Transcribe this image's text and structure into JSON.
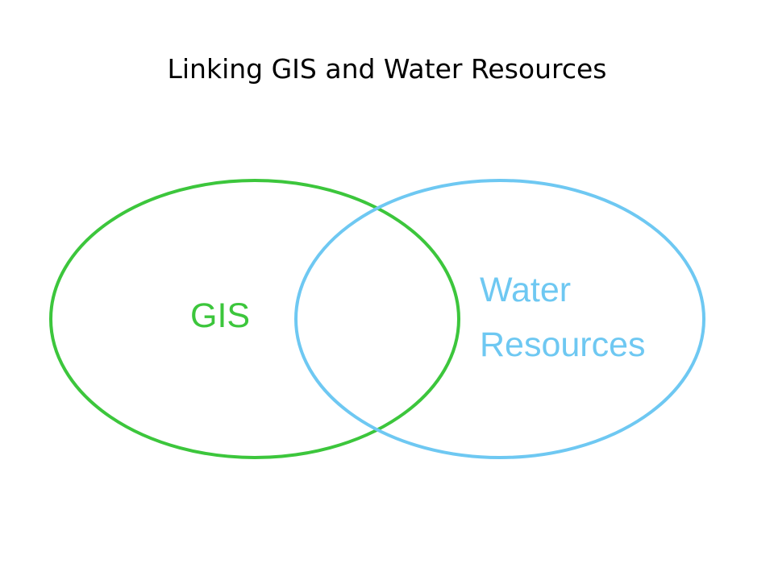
{
  "title": "Linking GIS and Water Resources",
  "diagram": {
    "sets": [
      {
        "label_lines": [
          "GIS"
        ],
        "color": "#3cc63c"
      },
      {
        "label_lines": [
          "Water",
          "Resources"
        ],
        "color": "#6ec8f2"
      }
    ]
  }
}
